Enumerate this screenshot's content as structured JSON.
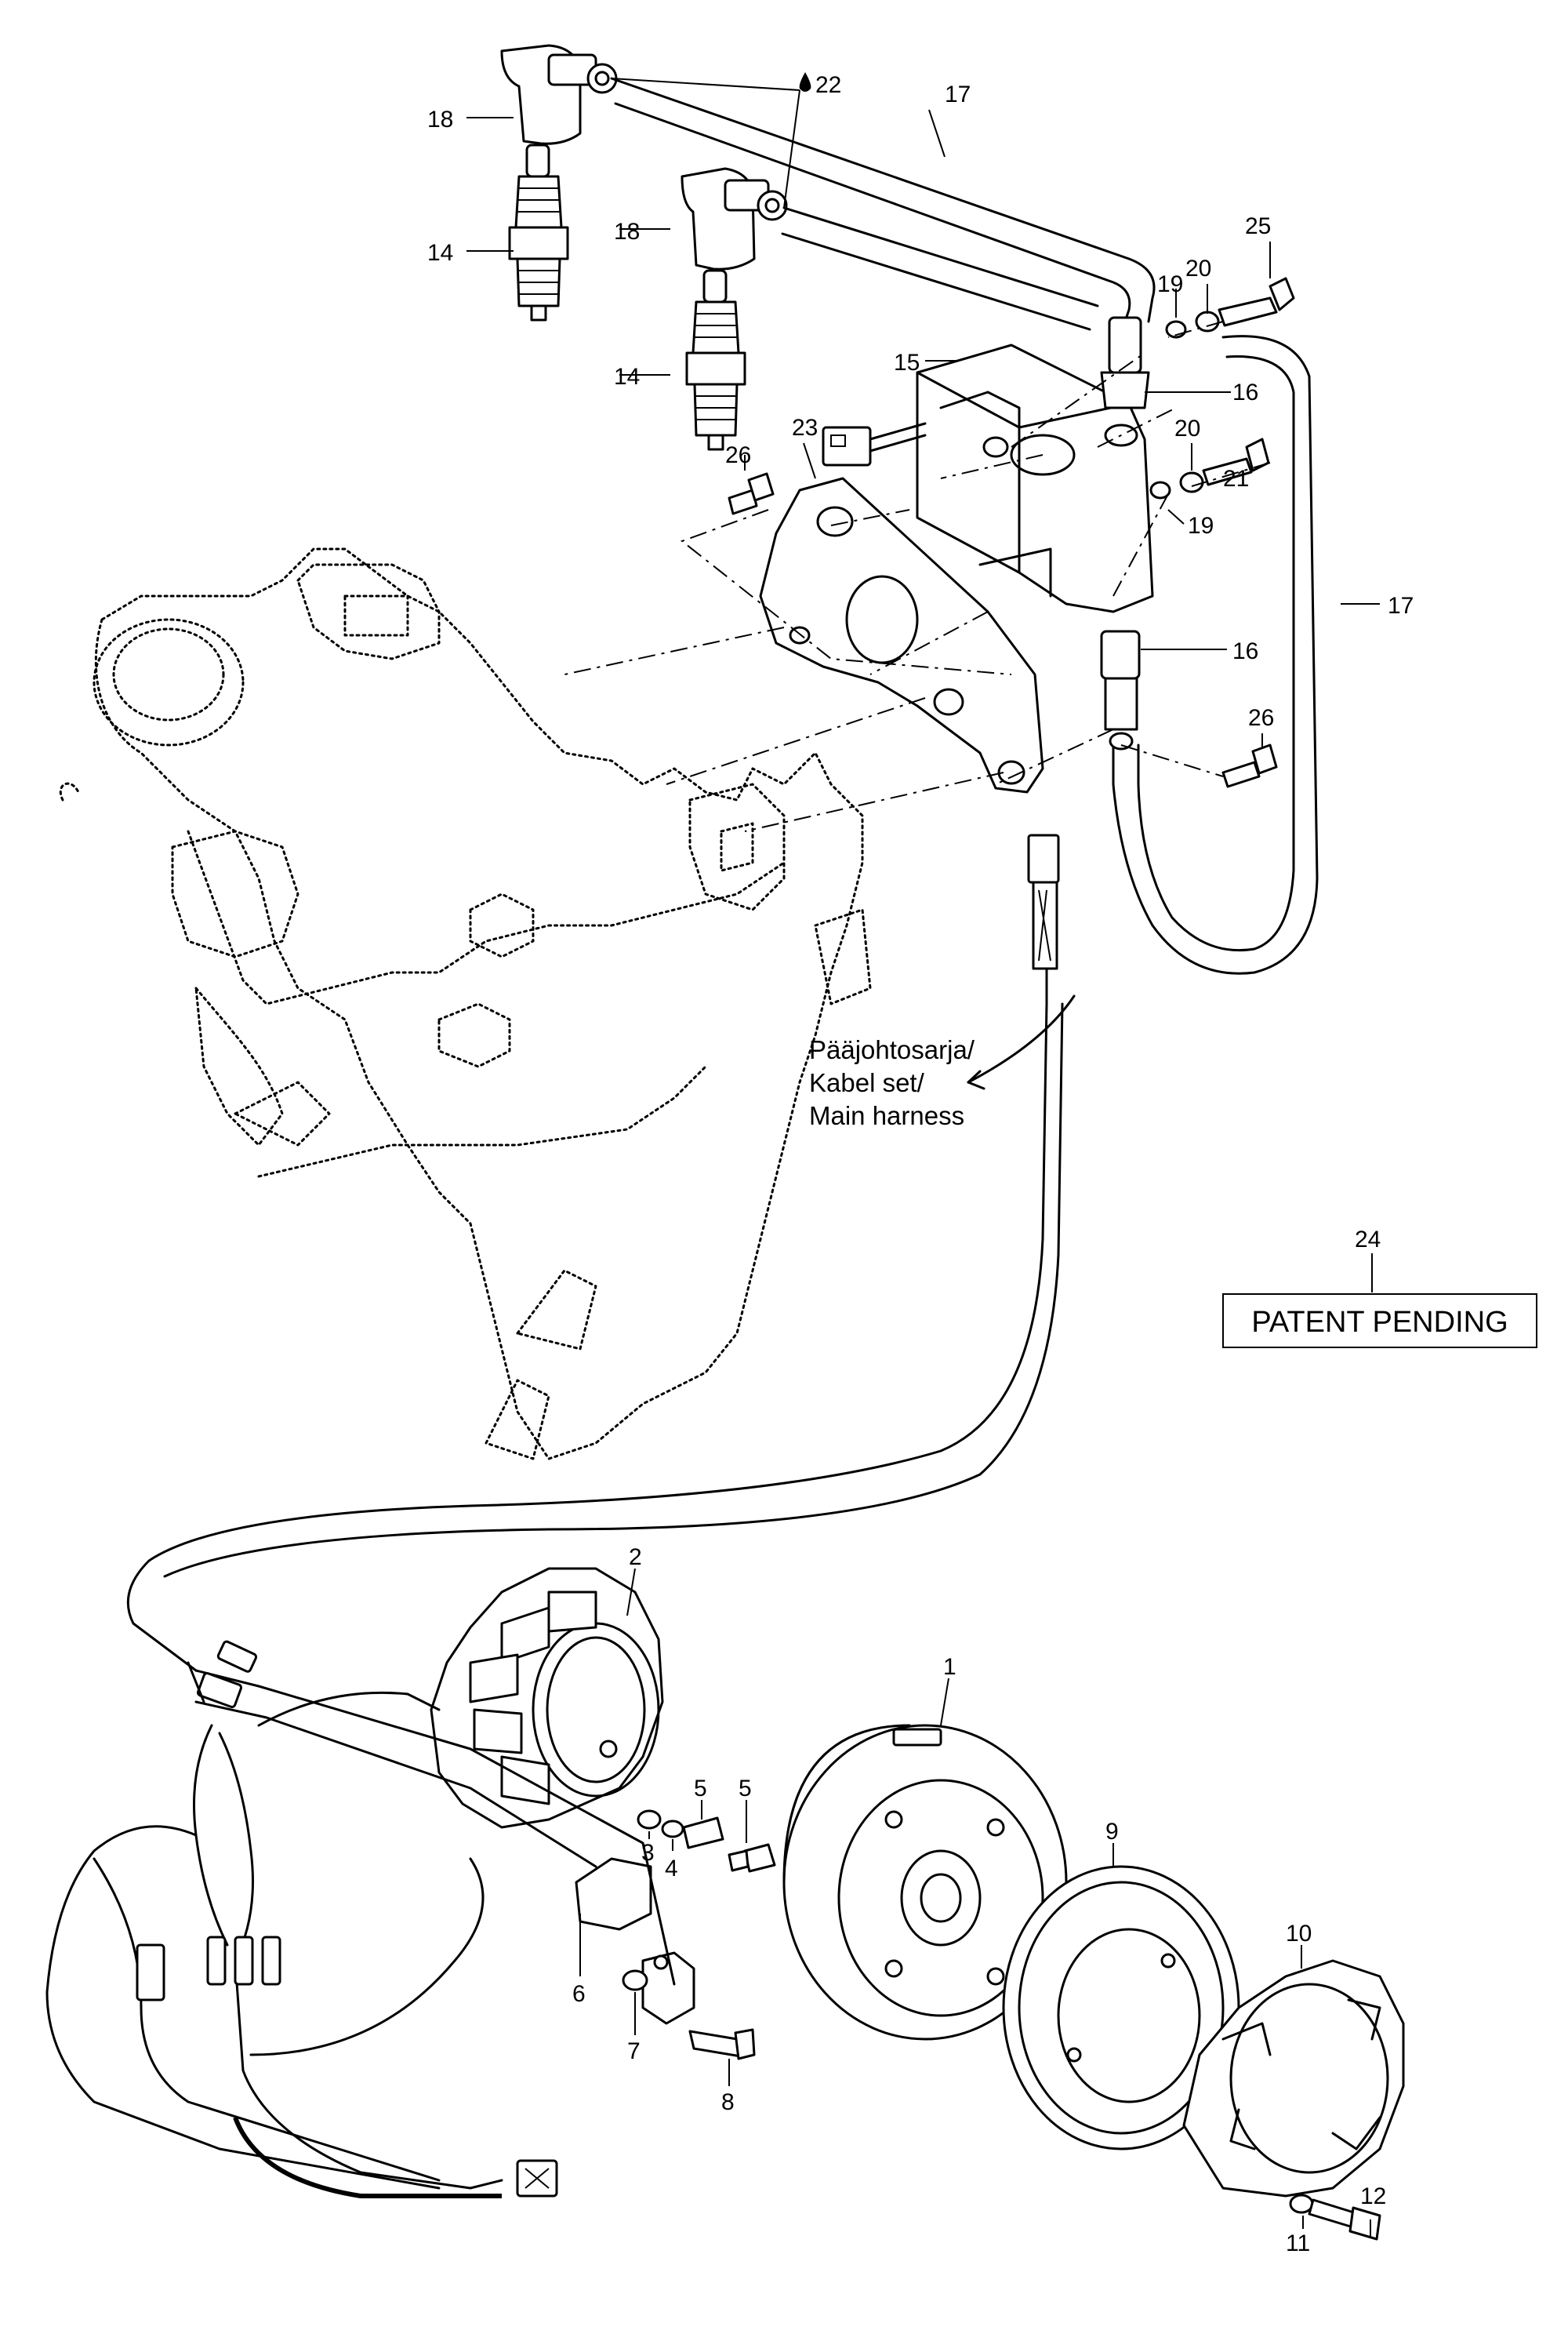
{
  "callouts": {
    "c1": "1",
    "c2": "2",
    "c3": "3",
    "c4": "4",
    "c5a": "5",
    "c5b": "5",
    "c6": "6",
    "c7": "7",
    "c8": "8",
    "c9": "9",
    "c10": "10",
    "c11": "11",
    "c12": "12",
    "c14a": "14",
    "c14b": "14",
    "c15": "15",
    "c16a": "16",
    "c16b": "16",
    "c17a": "17",
    "c17b": "17",
    "c18a": "18",
    "c18b": "18",
    "c19a": "19",
    "c19b": "19",
    "c20a": "20",
    "c20b": "20",
    "c21": "21",
    "c22": "22",
    "c23": "23",
    "c24": "24",
    "c25": "25",
    "c26a": "26",
    "c26b": "26"
  },
  "harness_label": {
    "line1": "Pääjohtosarja/",
    "line2": "Kabel set/",
    "line3": "Main harness"
  },
  "patent_box": {
    "text": "PATENT PENDING"
  },
  "icons": {
    "c22_symbol": "drop-icon"
  }
}
